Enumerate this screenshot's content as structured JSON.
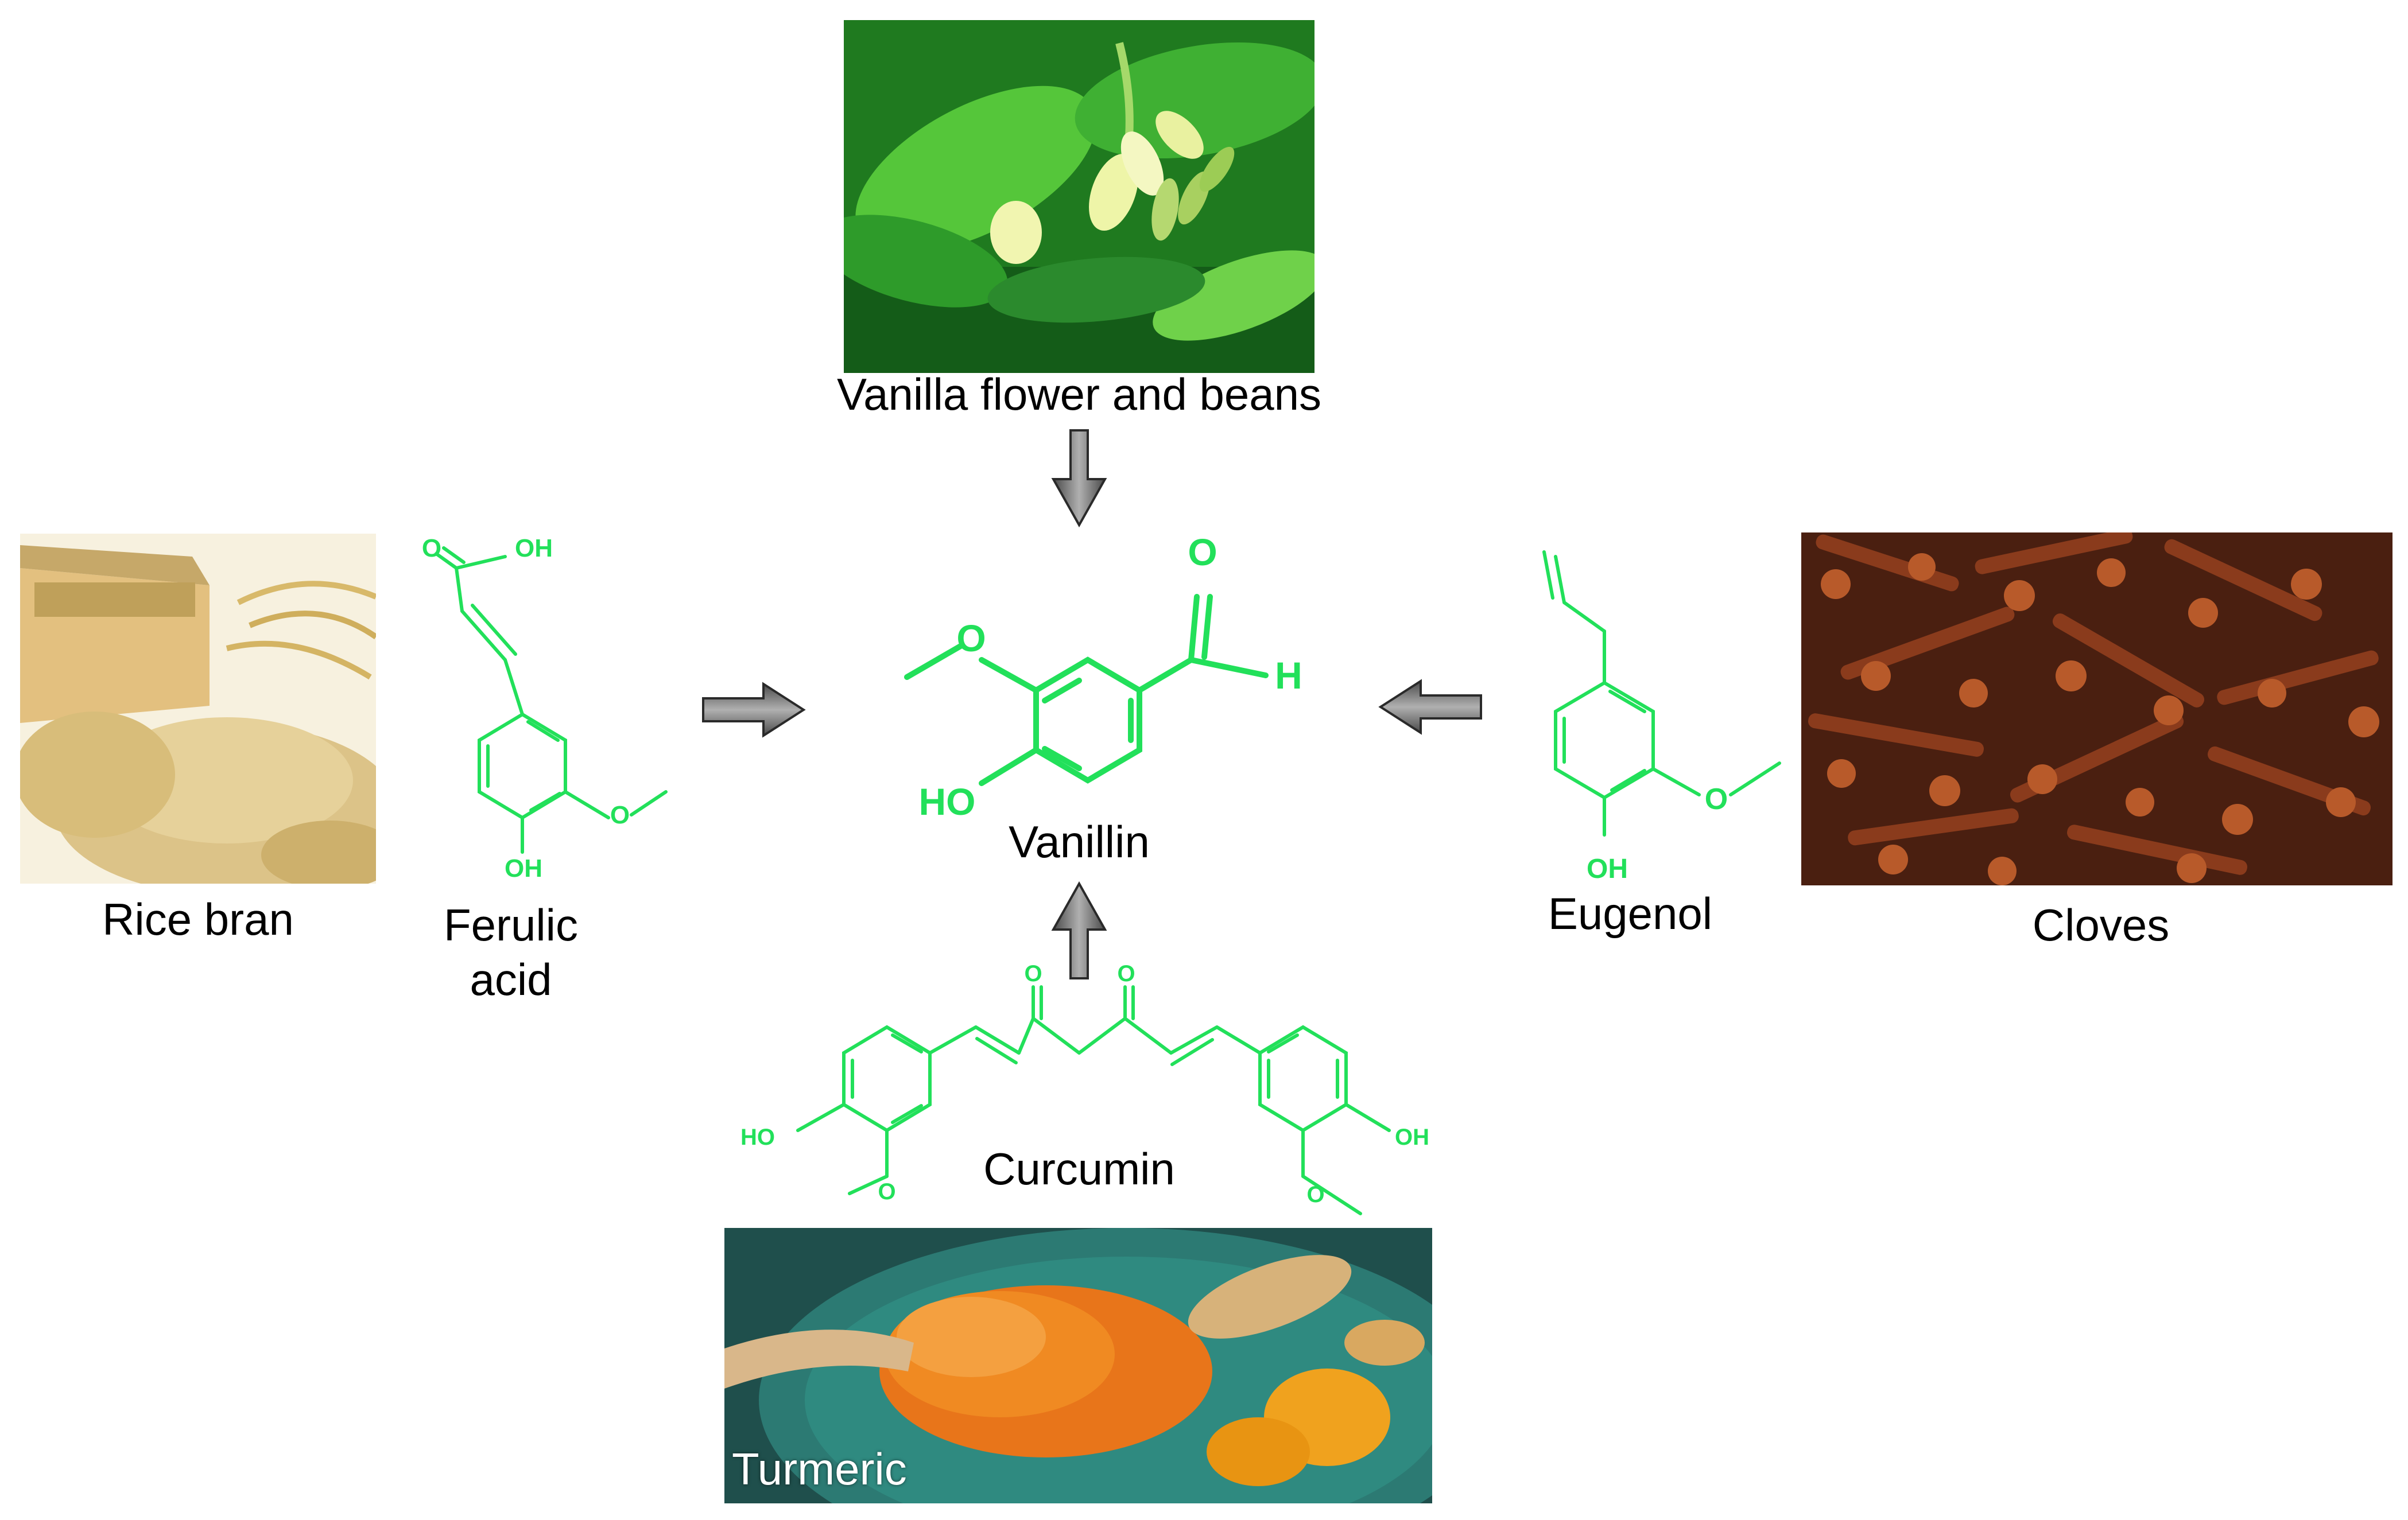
{
  "labels": {
    "vanilla_source": "Vanilla flower and beans",
    "rice_bran": "Rice bran",
    "ferulic_acid_line1": "Ferulic",
    "ferulic_acid_line2": "acid",
    "vanillin": "Vanillin",
    "eugenol": "Eugenol",
    "cloves": "Cloves",
    "curcumin": "Curcumin",
    "turmeric": "Turmeric"
  },
  "atoms": {
    "oxygen": "O",
    "hydrogen": "H",
    "hydroxyl": "HO",
    "hydroxyl_right": "OH"
  },
  "colors": {
    "structure": "#22e05a",
    "arrow_fill": "#7a7a7a",
    "arrow_stroke": "#2a2a2a",
    "text": "#000000"
  }
}
